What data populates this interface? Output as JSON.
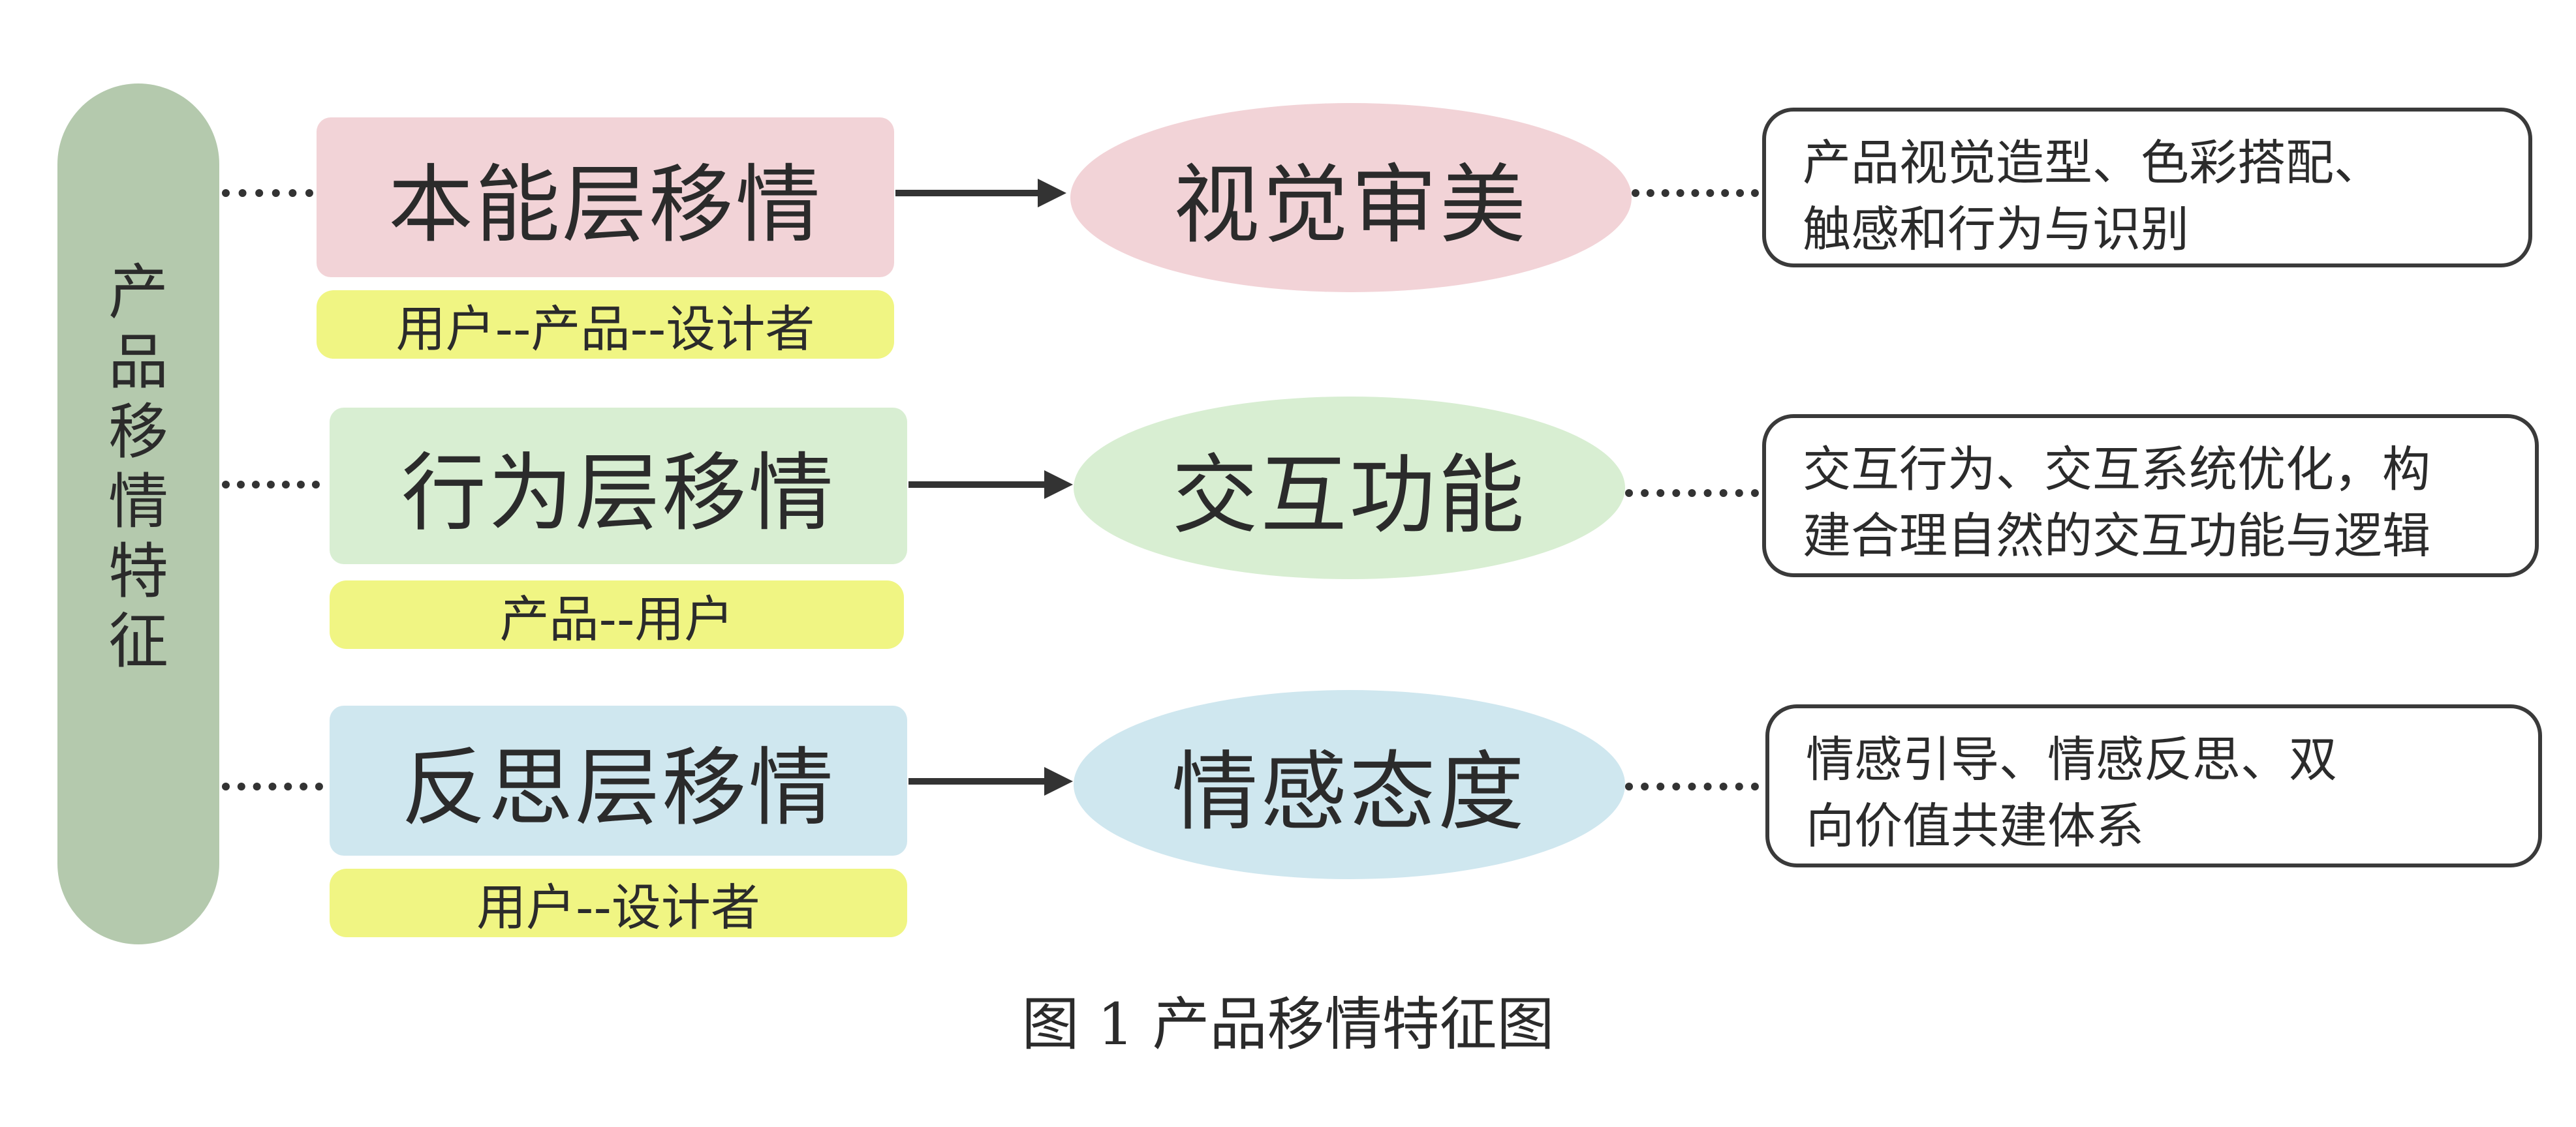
{
  "side_label": "产\n品\n移\n情\n特\n征",
  "rows": [
    {
      "level": "本能层移情",
      "sub": "用户--产品--设计者",
      "ellipse": "视觉审美",
      "desc": "产品视觉造型、色彩搭配、\n触感和行为与识别"
    },
    {
      "level": "行为层移情",
      "sub": "产品--用户",
      "ellipse": "交互功能",
      "desc": "交互行为、交互系统优化，构\n建合理自然的交互功能与逻辑"
    },
    {
      "level": "反思层移情",
      "sub": "用户--设计者",
      "ellipse": "情感态度",
      "desc": "情感引导、情感反思、双\n向价值共建体系"
    }
  ],
  "colors": {
    "pink": "#f2d3d7",
    "green": "#d8eed2",
    "blue": "#cfe7ef",
    "yellow": "#f0f583",
    "side": "#b4c9ad"
  },
  "caption": "图 1 产品移情特征图"
}
